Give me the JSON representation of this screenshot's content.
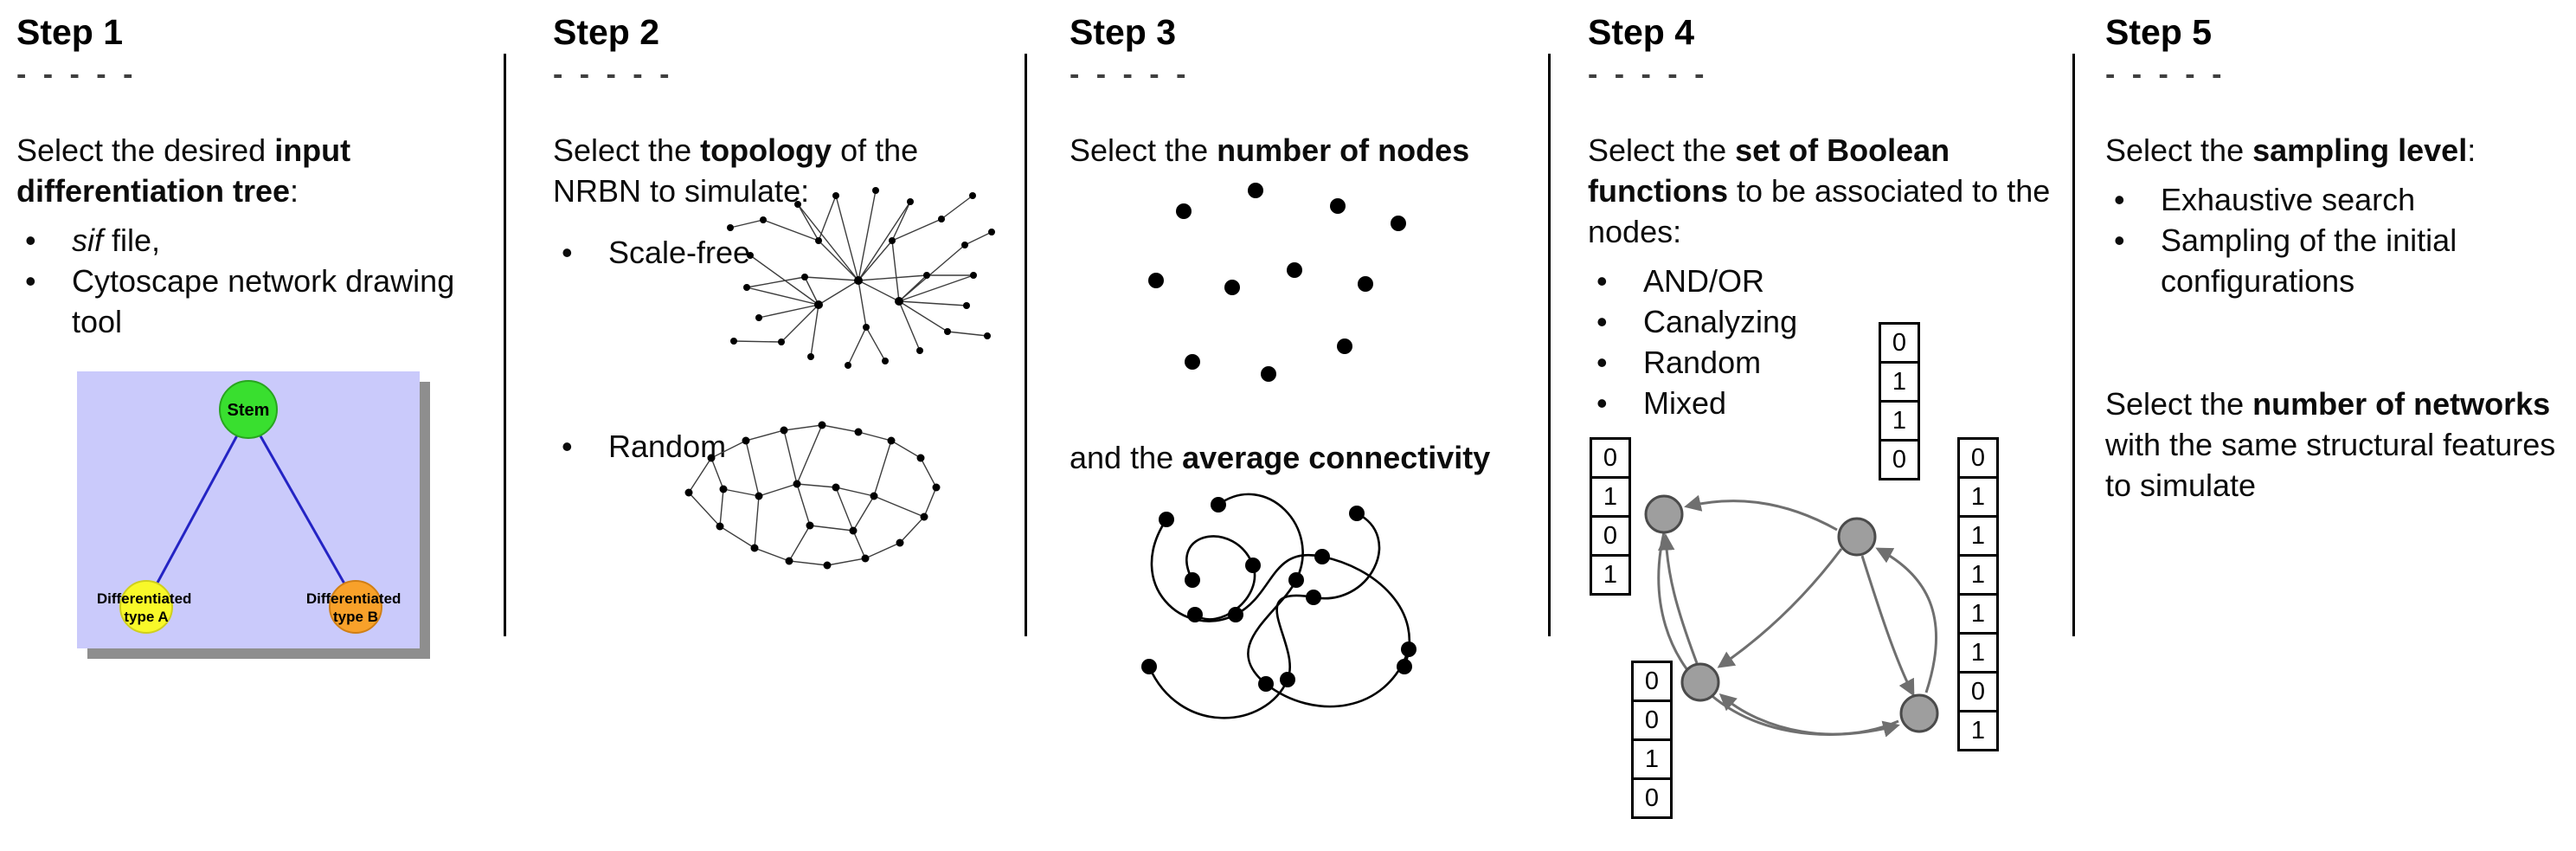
{
  "figure": {
    "bullet_char": "•",
    "divider_color": "#000000"
  },
  "steps": [
    {
      "title": "Step 1",
      "dashes": "- - - - -",
      "intro": {
        "pre": "Select the desired ",
        "bold": "input differentiation tree",
        "post": ":"
      },
      "bullets": [
        {
          "italic": "sif",
          "rest": " file,"
        },
        {
          "text": "Cytoscape network drawing tool"
        }
      ],
      "tree": {
        "root_label": "Stem",
        "left_label_line1": "Differentiated",
        "left_label_line2": "type A",
        "right_label_line1": "Differentiated",
        "right_label_line2": "type B",
        "background": "#cacafb",
        "root_color": "#39df2f",
        "left_color": "#f8f829",
        "right_color": "#f8a12a",
        "edge_color": "#2424c4"
      }
    },
    {
      "title": "Step 2",
      "dashes": "- - - - -",
      "intro": {
        "pre": "Select the ",
        "bold": "topology",
        "post": " of the NRBN to simulate:"
      },
      "bullets": [
        {
          "text": "Scale-free"
        },
        {
          "text": "Random"
        }
      ]
    },
    {
      "title": "Step 3",
      "dashes": "- - - - -",
      "intro": {
        "pre": "Select the ",
        "bold": "number of nodes",
        "post": ""
      },
      "connectivity": {
        "pre": "and the ",
        "bold": "average connectivity",
        "post": ""
      }
    },
    {
      "title": "Step 4",
      "dashes": "- - - - -",
      "intro": {
        "pre": "Select the ",
        "bold": "set of Boolean functions",
        "post": " to be associated to the nodes:"
      },
      "bullets": [
        {
          "text": "AND/OR"
        },
        {
          "text": "Canalyzing"
        },
        {
          "text": "Random"
        },
        {
          "text": "Mixed"
        }
      ],
      "truth_tables": {
        "left": [
          "0",
          "1",
          "0",
          "1"
        ],
        "top": [
          "0",
          "1",
          "1",
          "0"
        ],
        "bottom_left": [
          "0",
          "0",
          "1",
          "0"
        ],
        "right": [
          "0",
          "1",
          "1",
          "1",
          "1",
          "1",
          "0",
          "1"
        ]
      }
    },
    {
      "title": "Step 5",
      "dashes": "- - - - -",
      "intro": {
        "pre": "Select the ",
        "bold": "sampling level",
        "post": ":"
      },
      "bullets": [
        {
          "text": "Exhaustive search"
        },
        {
          "text": "Sampling of the initial configurations"
        }
      ],
      "networks": {
        "pre": "Select the ",
        "bold": "number of networks",
        "post": " with the same structural features to simulate"
      }
    }
  ]
}
